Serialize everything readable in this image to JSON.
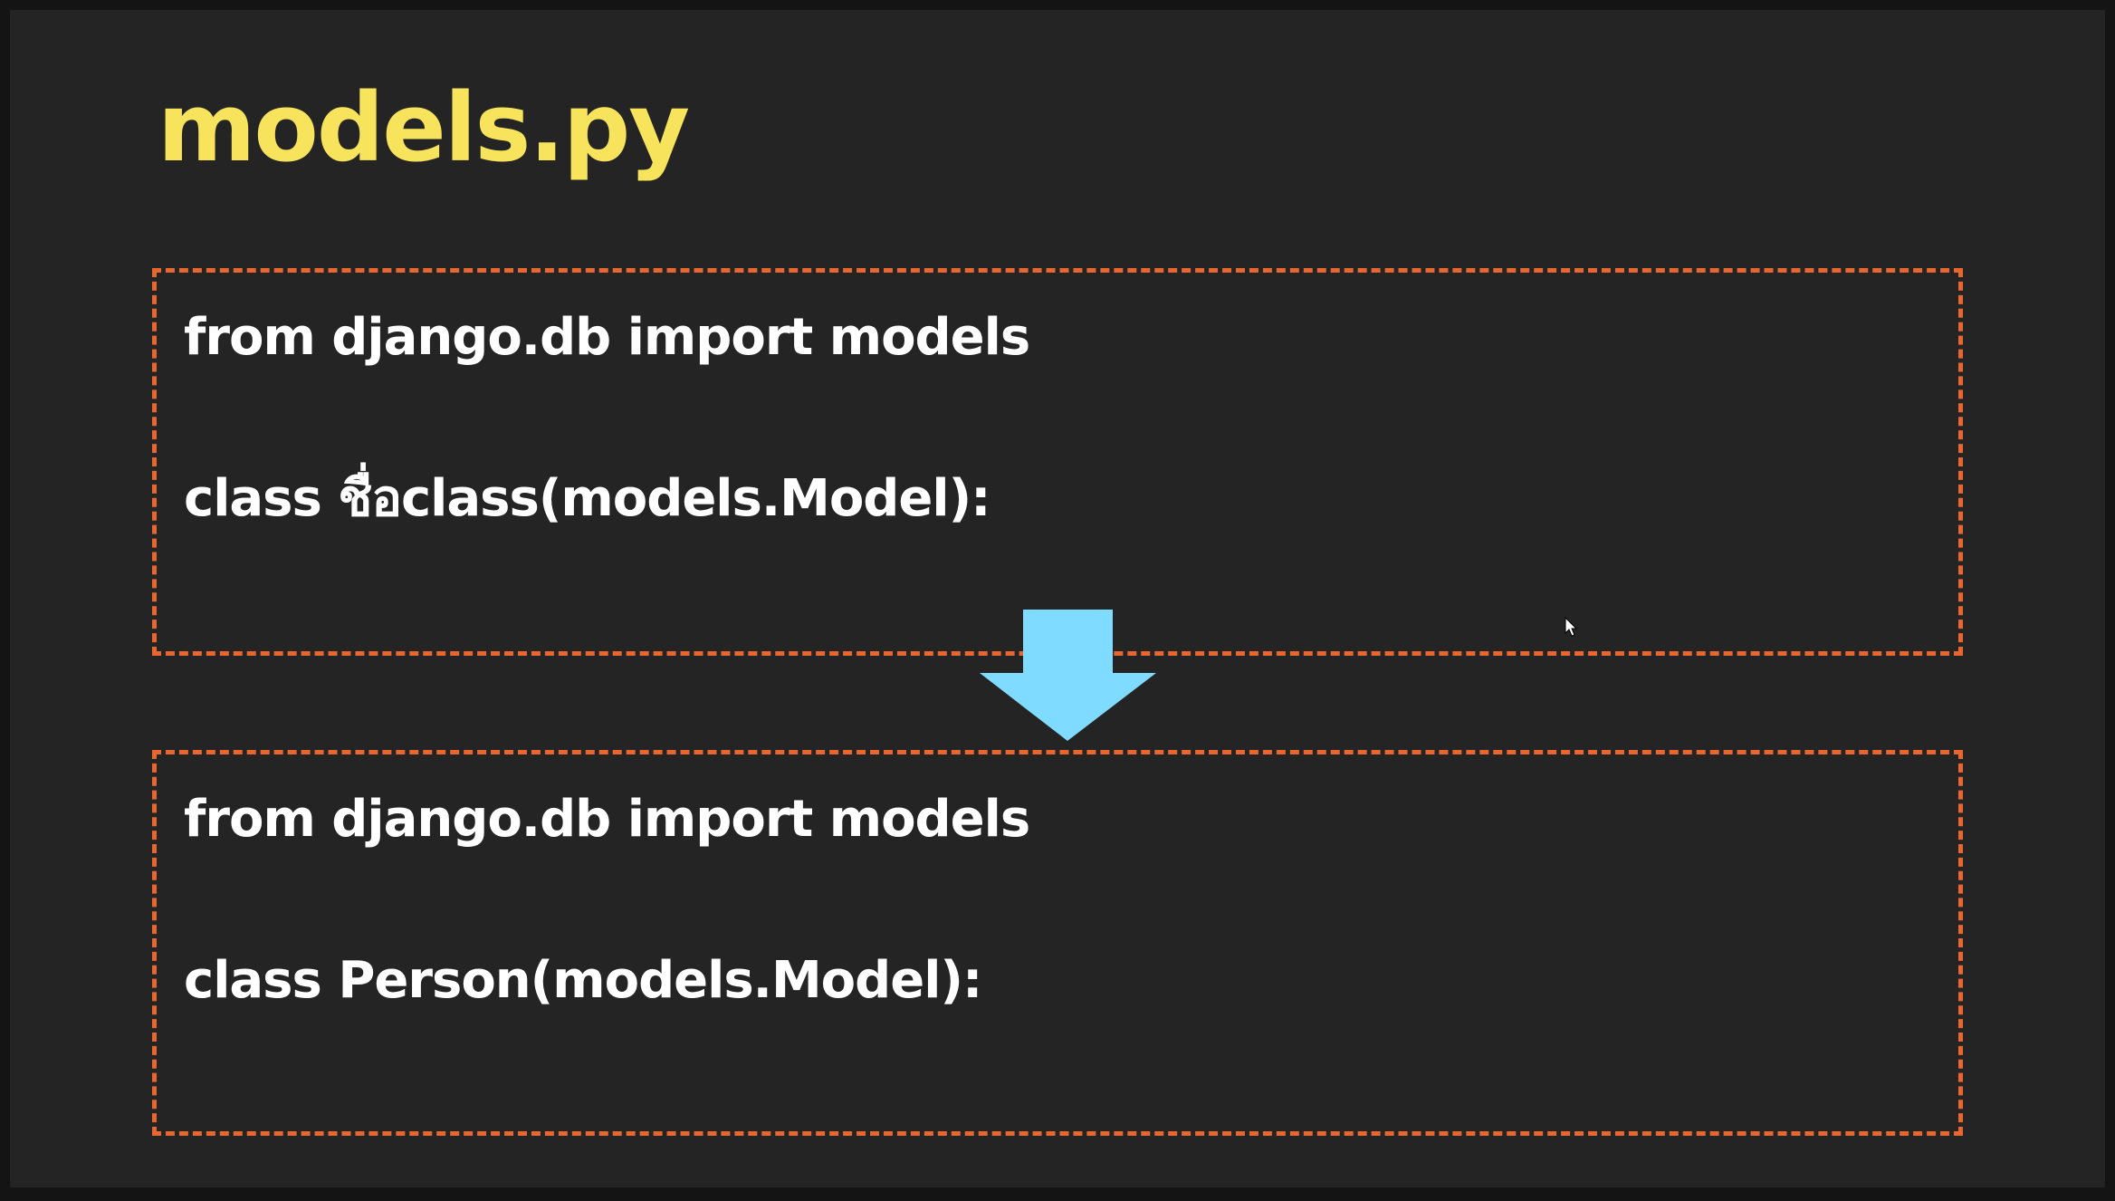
{
  "slide": {
    "title": "models.py",
    "top_box": {
      "line1": "from django.db import models",
      "line2": "class ชื่อclass(models.Model):"
    },
    "bottom_box": {
      "line1": "from django.db import models",
      "line2": "class Person(models.Model):"
    },
    "colors": {
      "title": "#F7E35C",
      "box_border": "#E8662F",
      "arrow": "#7FDBFF",
      "background": "#242424",
      "code_text": "#FFFFFF"
    },
    "icons": {
      "arrow": "arrow-down-icon",
      "cursor": "mouse-pointer-icon"
    }
  }
}
